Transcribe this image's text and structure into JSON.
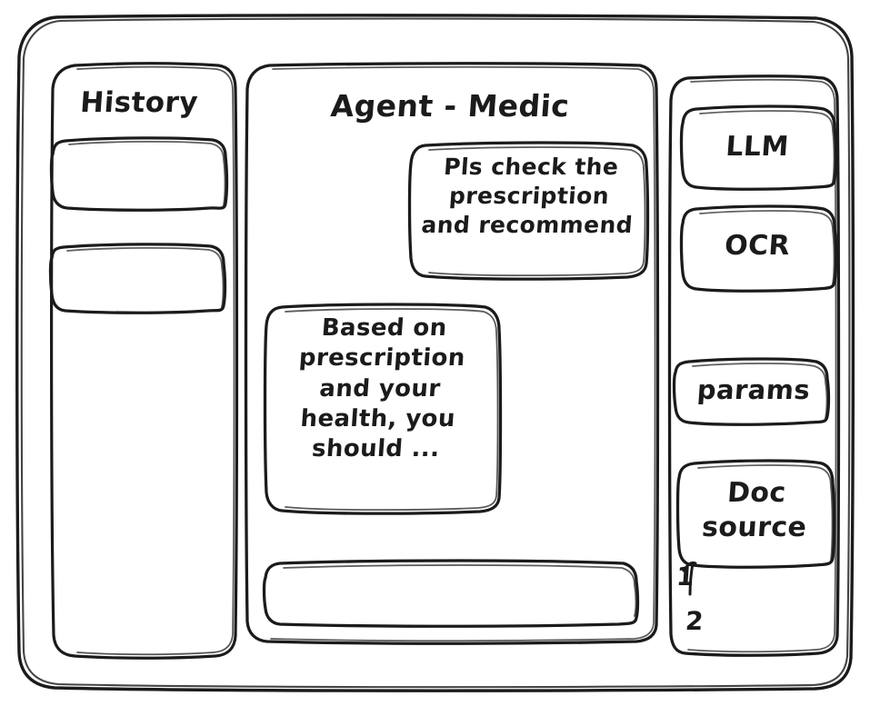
{
  "meta": {
    "style": "hand-drawn wireframe",
    "ink_color": "#1b1b1b",
    "background_color": "#ffffff"
  },
  "window": {
    "name": "app-window-frame"
  },
  "sidebar_left": {
    "title": "History",
    "items": [
      {
        "label": "",
        "name": "history-item-1"
      },
      {
        "label": "",
        "name": "history-item-2"
      }
    ]
  },
  "main": {
    "title": "Agent - Medic",
    "messages": [
      {
        "role": "user",
        "text": "Pls check the\nprescription\nand recommend"
      },
      {
        "role": "assistant",
        "text": "Based on\nprescription\nand your\nhealth, you\nshould ..."
      }
    ],
    "composer": {
      "value": "",
      "placeholder": ""
    }
  },
  "sidebar_right": {
    "tools": [
      {
        "label": "LLM",
        "name": "tool-llm"
      },
      {
        "label": "OCR",
        "name": "tool-ocr"
      },
      {
        "label": "params",
        "name": "tool-params"
      },
      {
        "label": "Doc\nsource",
        "name": "tool-doc-source"
      }
    ],
    "doc_list": [
      {
        "label": "1"
      },
      {
        "label": "2"
      }
    ]
  }
}
